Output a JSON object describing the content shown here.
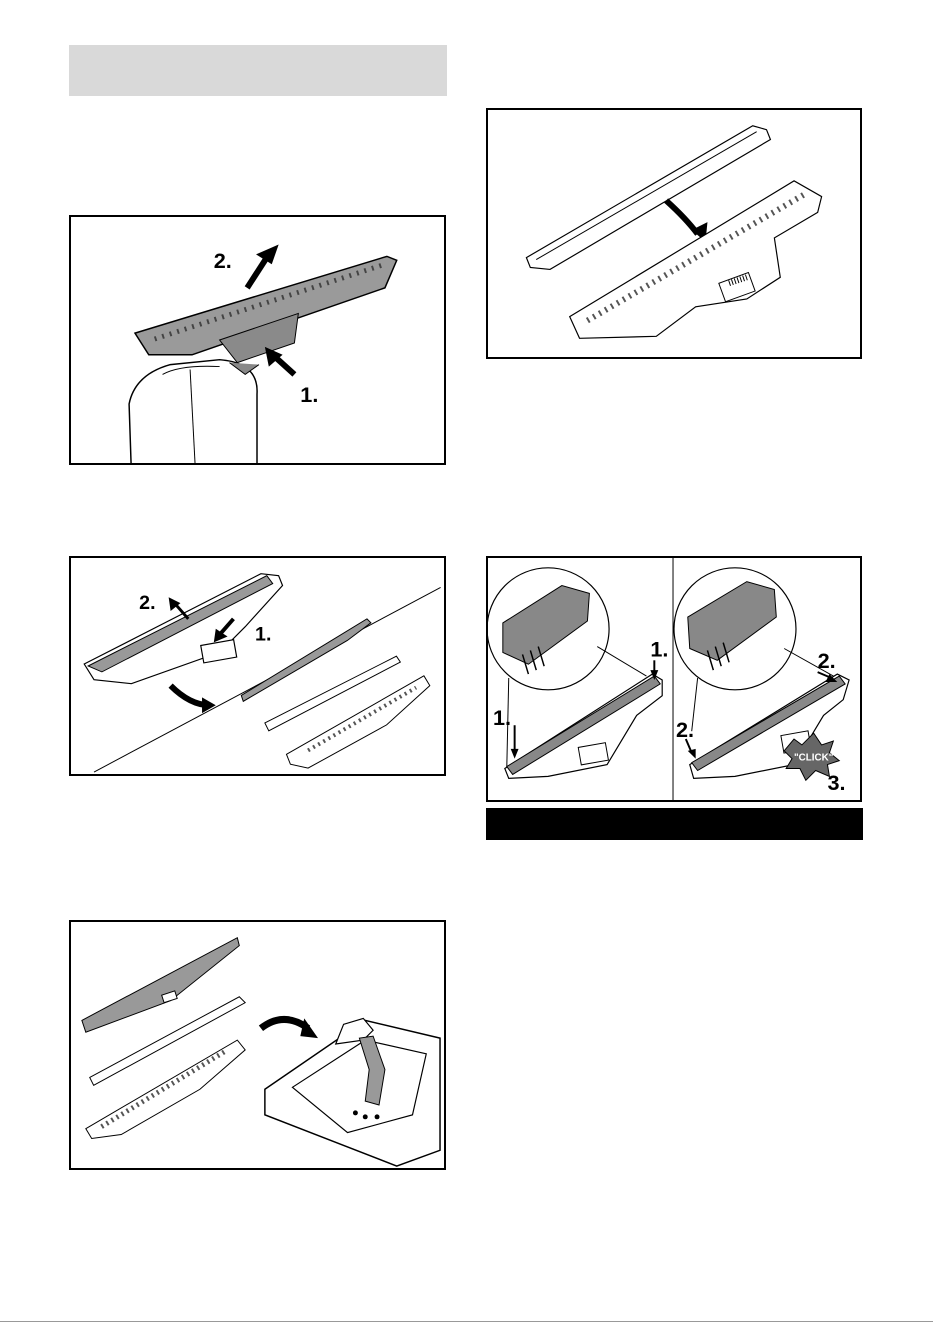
{
  "figure1": {
    "step_labels": [
      "1.",
      "2."
    ]
  },
  "figure2": {
    "step_labels": [
      "1.",
      "2."
    ]
  },
  "figure5": {
    "step_labels": [
      "1.",
      "1.",
      "2.",
      "2.",
      "3."
    ],
    "click_text": "\"CLICK\""
  }
}
